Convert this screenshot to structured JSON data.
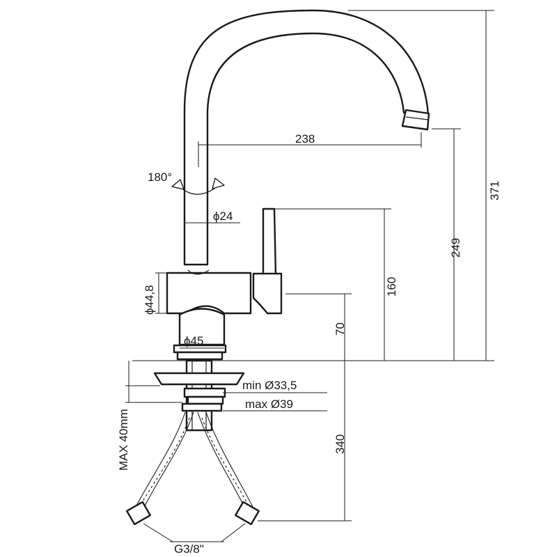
{
  "labels": {
    "spout_reach": "238",
    "rotation": "180°",
    "total_height": "371",
    "spout_height": "249",
    "spout_diameter": "ϕ24",
    "handle_height": "160",
    "body_diameter": "ϕ44,8",
    "body_height": "70",
    "base_diameter": "ϕ45",
    "min_hole": "min Ø33,5",
    "max_hole": "max Ø39",
    "max_thickness": "MAX 40mm",
    "hose_length": "340",
    "hose_thread": "G3/8\""
  }
}
